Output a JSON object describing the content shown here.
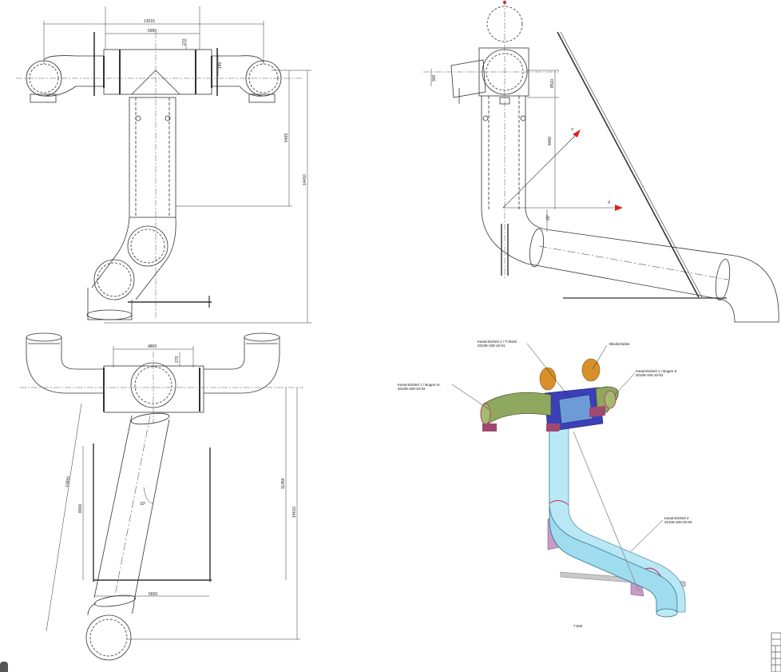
{
  "drawing": {
    "front_view": {
      "dims": {
        "overall_width": "13015",
        "center_width": "5990",
        "flange": "270",
        "height_right": "6465",
        "height_total": "14410",
        "side_small": "145"
      }
    },
    "side_view": {
      "dims": {
        "top_offset": "300",
        "height_a": "8510",
        "height_b": "8460",
        "angle": "25°"
      },
      "axis_x": "X",
      "axis_y": "Y"
    },
    "top_view": {
      "dims": {
        "center_width": "4800",
        "flange": "270",
        "diag": "10850",
        "inner_h": "8000",
        "angle": "10°",
        "bottom_w": "5650",
        "h_right_a": "11454",
        "h_right_b": "14610"
      }
    },
    "iso_view": {
      "labels": [
        {
          "title": "Kanal-Einheit 1 / T-Stück",
          "code": "20109-100-10-01"
        },
        {
          "title": "Blindscheibe",
          "code": ""
        },
        {
          "title": "Kanal-Einheit 1 / Bogen S",
          "code": "20109-100-10-02"
        },
        {
          "title": "Kanal-Einheit 1 / Bogen re.",
          "code": "20109-100-10-02"
        },
        {
          "title": "Kanal-Einheit 2",
          "code": "20109-100-20-00"
        }
      ],
      "scale": "7:500"
    }
  },
  "colors": {
    "line": "#333333",
    "axis_red": "#e02020",
    "pipe_blue": "#9fdcef",
    "bend_green": "#8fa860",
    "tee_purple": "#3b3fb8",
    "blind_orange": "#d8902a",
    "support_mauve": "#c79ac7",
    "flange_red": "#c04060"
  }
}
